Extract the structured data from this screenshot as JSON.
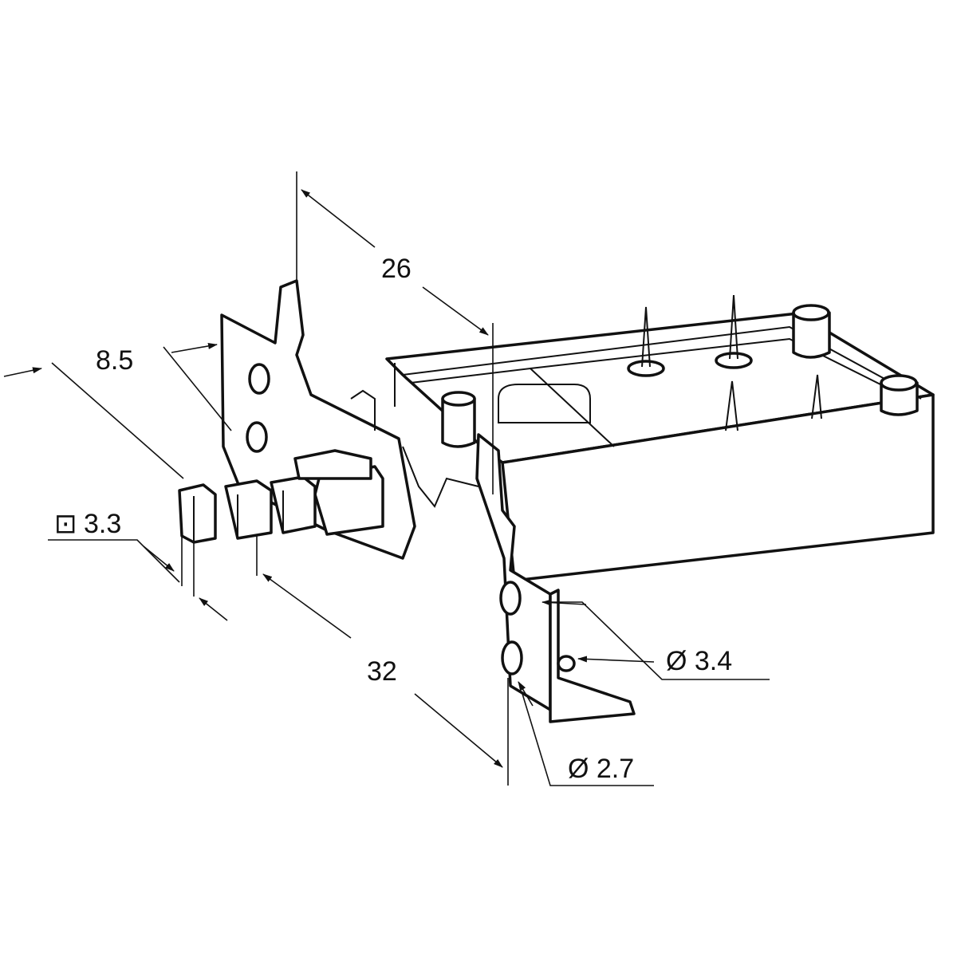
{
  "drawing": {
    "dimensions": {
      "width_26": "26",
      "depth_8_5": "8.5",
      "square_3_3": "3.3",
      "square_symbol": "⊡",
      "length_32": "32",
      "hole_3_4": "Ø 3.4",
      "hole_2_7": "Ø 2.7"
    }
  }
}
